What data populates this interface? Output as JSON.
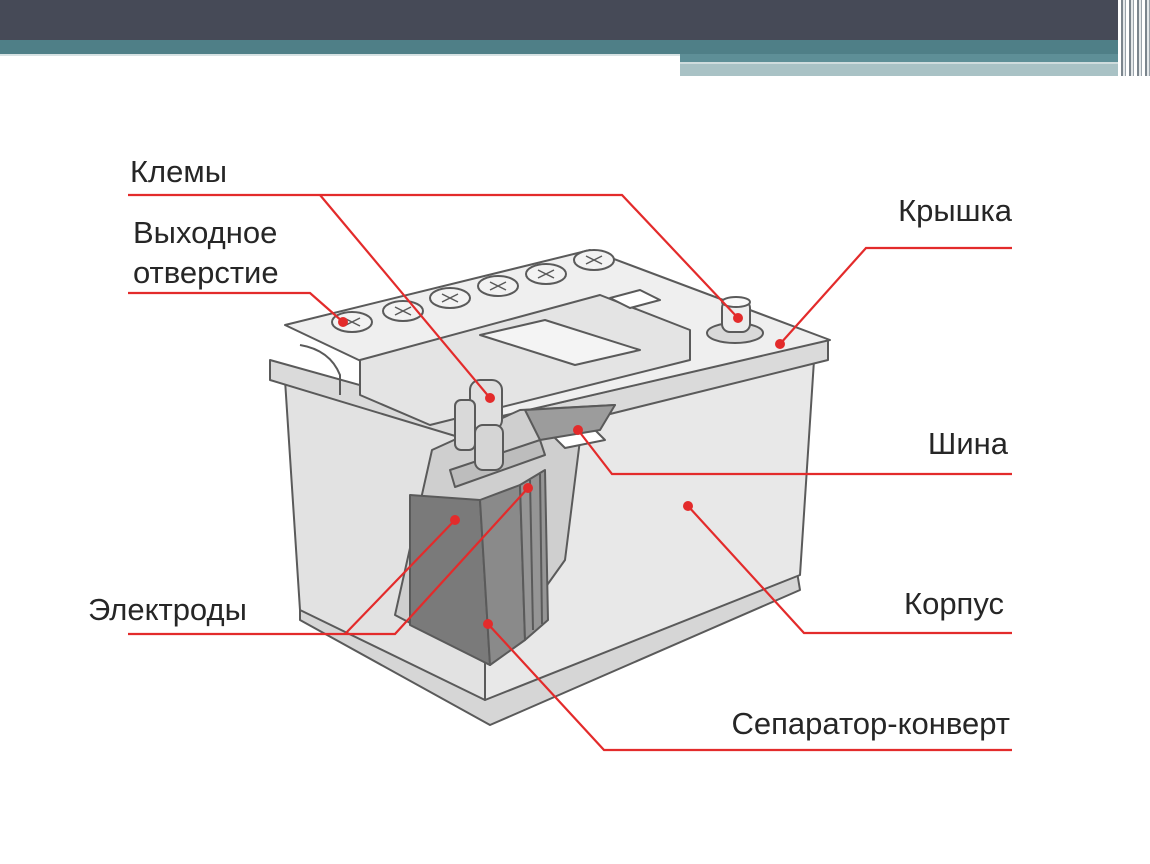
{
  "diagram": {
    "labels": {
      "terminals": "Клемы",
      "vent_line1": "Выходное",
      "vent_line2": "отверстие",
      "lid": "Крышка",
      "busbar": "Шина",
      "electrodes": "Электроды",
      "case": "Корпус",
      "separator": "Сепаратор-конверт"
    },
    "colors": {
      "leader_line": "#e32b2b",
      "outline": "#5a5a5a",
      "case_fill": "#e6e6e6",
      "plate_fill": "#7a7a7a",
      "header_dark": "#464a57",
      "header_teal": "#4f7f87"
    }
  }
}
